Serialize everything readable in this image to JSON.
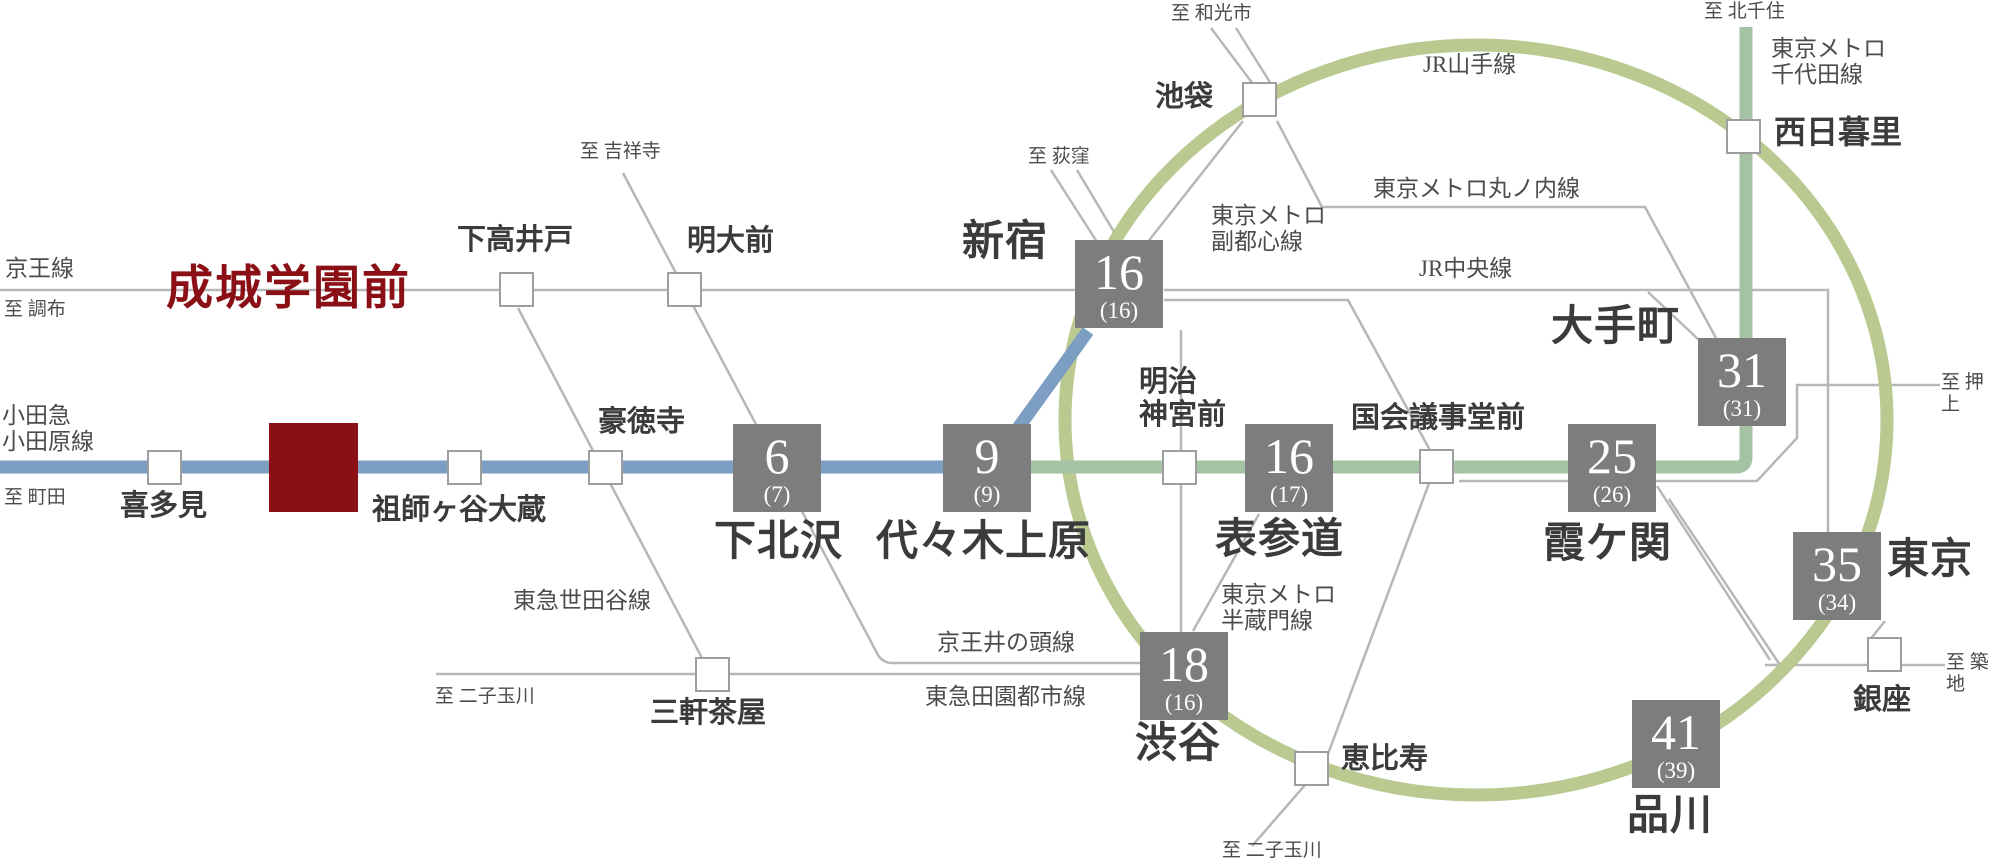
{
  "colors": {
    "highlight_red": "#8a1016",
    "odakyu_blue": "#7d9ec3",
    "chiyoda_green": "#a5c2a5",
    "yamanote_green": "#bac98f",
    "connector_gray": "#b7b7b7",
    "timebox_gray": "#7d7d7d",
    "station_text": "#3b3b3b"
  },
  "highlight_station": {
    "name": "成城学園前"
  },
  "stations": {
    "kitami": {
      "name": "喜多見"
    },
    "soshigayaokura": {
      "name": "祖師ヶ谷大蔵"
    },
    "gotokuji": {
      "name": "豪徳寺"
    },
    "shimotakaido": {
      "name": "下高井戸"
    },
    "meidaimae": {
      "name": "明大前"
    },
    "sangenjaya": {
      "name": "三軒茶屋"
    },
    "shimokitazawa": {
      "name": "下北沢"
    },
    "yoyogiuehara": {
      "name": "代々木上原"
    },
    "shinjuku": {
      "name": "新宿"
    },
    "meijijingumae": {
      "name": "明治\n神宮前"
    },
    "omotesando": {
      "name": "表参道"
    },
    "kokkaigijidomae": {
      "name": "国会議事堂前"
    },
    "kasumigaseki": {
      "name": "霞ケ関"
    },
    "otemachi": {
      "name": "大手町"
    },
    "tokyo": {
      "name": "東京"
    },
    "ginza": {
      "name": "銀座"
    },
    "shinagawa": {
      "name": "品川"
    },
    "shibuya": {
      "name": "渋谷"
    },
    "ebisu": {
      "name": "恵比寿"
    },
    "ikebukuro": {
      "name": "池袋"
    },
    "nishinippori": {
      "name": "西日暮里"
    }
  },
  "line_labels": {
    "keio": "京王線",
    "odakyu": "小田急\n小田原線",
    "setagaya": "東急世田谷線",
    "inokashira": "京王井の頭線",
    "dentoshi": "東急田園都市線",
    "yamanote": "JR山手線",
    "marunouchi": "東京メトロ丸ノ内線",
    "chuo": "JR中央線",
    "chiyoda": "東京メトロ\n千代田線",
    "fukutoshin": "東京メトロ\n副都心線",
    "hanzomon": "東京メトロ\n半蔵門線"
  },
  "direction_labels": {
    "chofu": "至 調布",
    "machida": "至 町田",
    "kichijoji": "至 吉祥寺",
    "ogikubo": "至 荻窪",
    "wakoshi": "至 和光市",
    "kitasenju": "至 北千住",
    "oshiage": "至 押上",
    "tsukiji": "至 築地",
    "futakotamagawa_west": "至 二子玉川",
    "futakotamagawa_south": "至 二子玉川"
  },
  "time_boxes": {
    "shinjuku": {
      "station": "新宿",
      "minutes": "16",
      "alt": "(16)"
    },
    "shimokitazawa": {
      "station": "下北沢",
      "minutes": "6",
      "alt": "(7)"
    },
    "yoyogiuehara": {
      "station": "代々木上原",
      "minutes": "9",
      "alt": "(9)"
    },
    "omotesando": {
      "station": "表参道",
      "minutes": "16",
      "alt": "(17)"
    },
    "kasumigaseki": {
      "station": "霞ケ関",
      "minutes": "25",
      "alt": "(26)"
    },
    "otemachi": {
      "station": "大手町",
      "minutes": "31",
      "alt": "(31)"
    },
    "tokyo": {
      "station": "東京",
      "minutes": "35",
      "alt": "(34)"
    },
    "shibuya": {
      "station": "渋谷",
      "minutes": "18",
      "alt": "(16)"
    },
    "shinagawa": {
      "station": "品川",
      "minutes": "41",
      "alt": "(39)"
    }
  }
}
